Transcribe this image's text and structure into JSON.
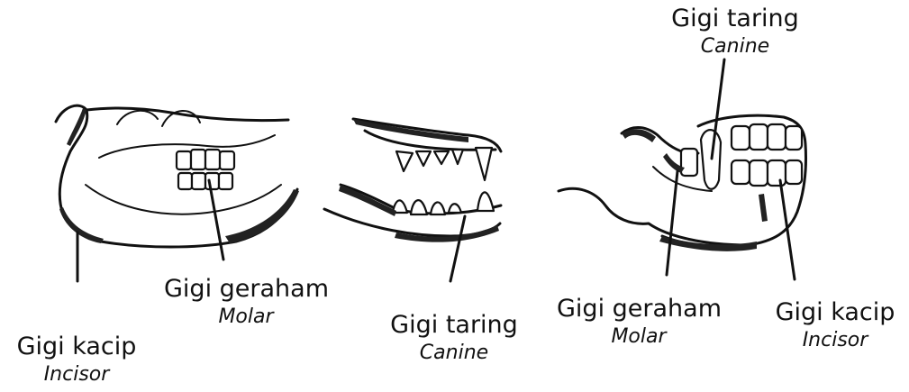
{
  "labels": {
    "herbivore_incisor": {
      "main": "Gigi kacip",
      "sub": "Incisor"
    },
    "herbivore_molar": {
      "main": "Gigi geraham",
      "sub": "Molar"
    },
    "carnivore_canine": {
      "main": "Gigi taring",
      "sub": "Canine"
    },
    "omnivore_canine": {
      "main": "Gigi taring",
      "sub": "Canine"
    },
    "omnivore_molar": {
      "main": "Gigi geraham",
      "sub": "Molar"
    },
    "omnivore_incisor": {
      "main": "Gigi kacip",
      "sub": "Incisor"
    }
  }
}
